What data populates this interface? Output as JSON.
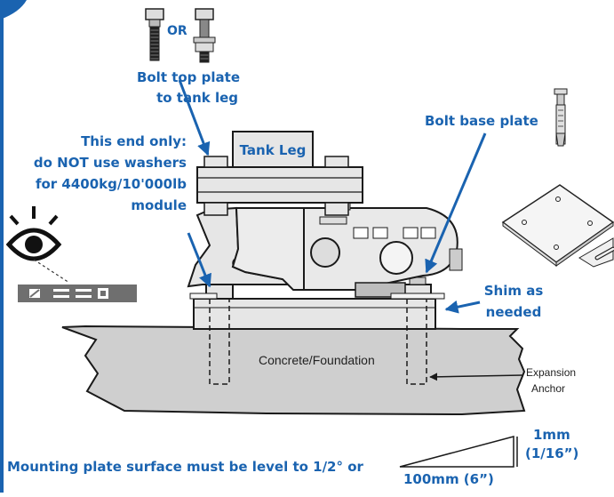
{
  "labels": {
    "or": "OR",
    "bolt_top_plate_1": "Bolt top plate",
    "bolt_top_plate_2": "to tank leg",
    "this_end_1": "This end only:",
    "this_end_2": "do NOT use washers",
    "this_end_3": "for 4400kg/10'000lb",
    "this_end_4": "module",
    "tank_leg": "Tank Leg",
    "bolt_base_plate": "Bolt base plate",
    "shim_1": "Shim as",
    "shim_2": "needed",
    "concrete": "Concrete/Foundation",
    "expansion_1": "Expansion",
    "expansion_2": "Anchor",
    "mounting_level": "Mounting plate surface must be level to 1/2° or",
    "rise_1": "1mm",
    "rise_2": "(1/16”)",
    "run": "100mm (6”)"
  },
  "colors": {
    "accent": "#1a63b0",
    "line": "#1a1a1a",
    "concrete": "#cfcfcf",
    "steel": "#e6e6e6",
    "dark_steel": "#9a9a9a",
    "level_display": "#6f6f6f"
  },
  "icons": [
    "bolt-with-washer-icon",
    "bolt-icon",
    "expansion-anchor-icon",
    "eye-icon",
    "level-indicator-icon",
    "shim-plate-icon"
  ]
}
